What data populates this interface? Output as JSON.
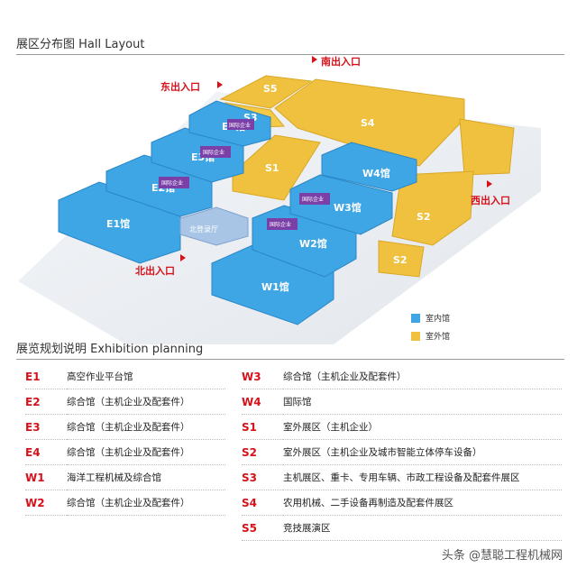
{
  "header": {
    "title": "展区分布图 Hall Layout"
  },
  "colors": {
    "indoor": "#3fa6e6",
    "outdoor": "#f0c13f",
    "entrance": "#d6111a"
  },
  "map": {
    "halls_indoor": [
      "E1馆",
      "E2馆",
      "E3馆",
      "E4馆",
      "W1馆",
      "W2馆",
      "W3馆",
      "W4馆"
    ],
    "halls_outdoor": [
      "S1",
      "S2",
      "S2",
      "S3",
      "S4",
      "S5"
    ],
    "hall_tags": [
      "国际企业",
      "国际企业",
      "国际企业",
      "国际企业",
      "国际企业"
    ],
    "north_lobby": "北登录厅",
    "entrances": {
      "south": "南出入口",
      "east": "东出入口",
      "west": "西出入口",
      "north": "北出入口"
    }
  },
  "legend": [
    {
      "label": "室内馆",
      "color": "#3fa6e6"
    },
    {
      "label": "室外馆",
      "color": "#f0c13f"
    }
  ],
  "planning": {
    "title": "展览规划说明 Exhibition planning",
    "left": [
      {
        "code": "E1",
        "desc": "高空作业平台馆"
      },
      {
        "code": "E2",
        "desc": "综合馆（主机企业及配套件）"
      },
      {
        "code": "E3",
        "desc": "综合馆（主机企业及配套件）"
      },
      {
        "code": "E4",
        "desc": "综合馆（主机企业及配套件）"
      },
      {
        "code": "W1",
        "desc": "海洋工程机械及综合馆"
      },
      {
        "code": "W2",
        "desc": "综合馆（主机企业及配套件）"
      }
    ],
    "right": [
      {
        "code": "W3",
        "desc": "综合馆（主机企业及配套件）"
      },
      {
        "code": "W4",
        "desc": "国际馆"
      },
      {
        "code": "S1",
        "desc": "室外展区（主机企业）"
      },
      {
        "code": "S2",
        "desc": "室外展区（主机企业及城市智能立体停车设备）"
      },
      {
        "code": "S3",
        "desc": "主机展区、重卡、专用车辆、市政工程设备及配套件展区"
      },
      {
        "code": "S4",
        "desc": "农用机械、二手设备再制造及配套件展区"
      },
      {
        "code": "S5",
        "desc": "竞技展演区"
      }
    ]
  },
  "watermark": "头条 @慧聪工程机械网"
}
